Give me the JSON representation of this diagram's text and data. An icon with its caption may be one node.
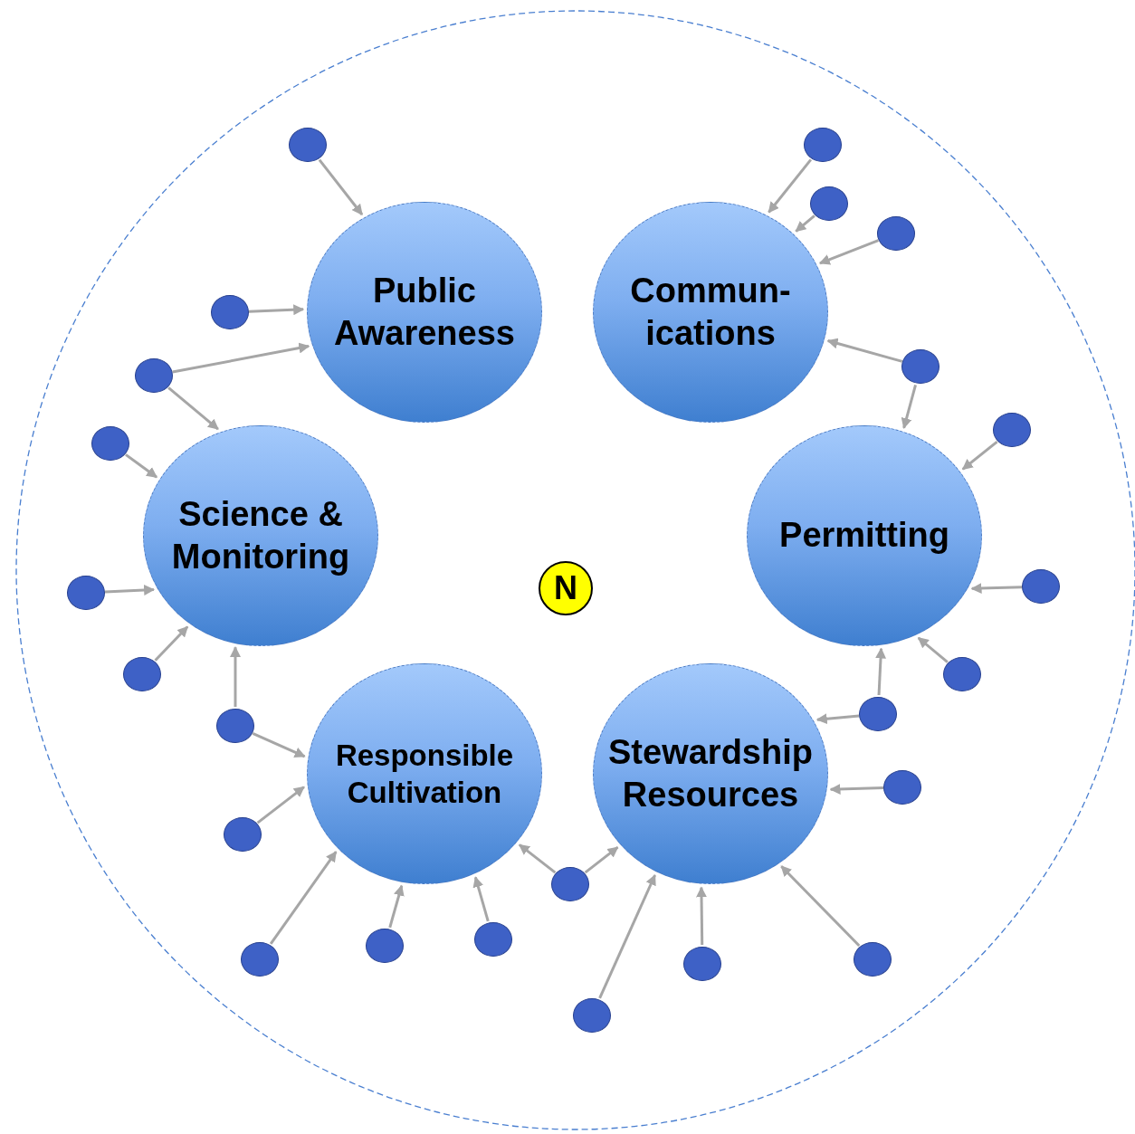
{
  "diagram": {
    "nodes": [
      {
        "text": [
          "Public Awareness"
        ]
      },
      {
        "text": [
          "Commun- ications"
        ]
      },
      {
        "text": [
          "Science & Monitoring"
        ]
      },
      {
        "text": [
          "Permitting"
        ]
      },
      {
        "text": [
          "N"
        ]
      },
      {
        "text": [
          "Responsible Cultivation"
        ]
      },
      {
        "text": [
          "Stewardship Resources"
        ]
      },
      {
        "text": [],
        "shape": "circle"
      },
      {
        "text": [],
        "shape": "circle"
      },
      {
        "text": [],
        "shape": "circle"
      },
      {
        "text": [],
        "shape": "circle"
      },
      {
        "text": [],
        "shape": "circle"
      },
      {
        "text": [],
        "shape": "circle"
      },
      {
        "text": [],
        "shape": "circle"
      },
      {
        "text": [],
        "shape": "circle"
      },
      {
        "text": [],
        "shape": "circle"
      },
      {
        "text": [],
        "shape": "circle"
      },
      {
        "text": [],
        "shape": "circle"
      },
      {
        "text": [],
        "shape": "circle"
      },
      {
        "text": [],
        "shape": "circle"
      },
      {
        "text": [],
        "shape": "circle"
      },
      {
        "text": [],
        "shape": "circle"
      },
      {
        "text": [],
        "shape": "circle"
      },
      {
        "text": [],
        "shape": "circle"
      },
      {
        "text": [],
        "shape": "circle"
      },
      {
        "text": [],
        "shape": "circle"
      },
      {
        "text": [],
        "shape": "circle"
      },
      {
        "text": [],
        "shape": "circle"
      },
      {
        "text": [],
        "shape": "circle"
      },
      {
        "text": [],
        "shape": "circle"
      },
      {
        "text": [],
        "shape": "circle"
      }
    ],
    "edges": [
      {
        "from": 7,
        "to": 0,
        "arrow": "to"
      },
      {
        "from": 8,
        "to": 1,
        "arrow": "to"
      },
      {
        "from": 9,
        "to": 1,
        "arrow": "to"
      },
      {
        "from": 10,
        "to": 1,
        "arrow": "to"
      },
      {
        "from": 11,
        "to": 0,
        "arrow": "to"
      },
      {
        "from": 12,
        "to": 1,
        "arrow": "to"
      },
      {
        "from": 12,
        "to": 3,
        "arrow": "to"
      },
      {
        "from": 13,
        "to": 0,
        "arrow": "to"
      },
      {
        "from": 13,
        "to": 2,
        "arrow": "to"
      },
      {
        "from": 14,
        "to": 3,
        "arrow": "to"
      },
      {
        "from": 15,
        "to": 2,
        "arrow": "to"
      },
      {
        "from": 16,
        "to": 3,
        "arrow": "to"
      },
      {
        "from": 17,
        "to": 2,
        "arrow": "to"
      },
      {
        "from": 18,
        "to": 3,
        "arrow": "to"
      },
      {
        "from": 19,
        "to": 2,
        "arrow": "to"
      },
      {
        "from": 20,
        "to": 6,
        "arrow": "to"
      },
      {
        "from": 20,
        "to": 3,
        "arrow": "to"
      },
      {
        "from": 21,
        "to": 2,
        "arrow": "to"
      },
      {
        "from": 21,
        "to": 5,
        "arrow": "to"
      },
      {
        "from": 22,
        "to": 6,
        "arrow": "to"
      },
      {
        "from": 23,
        "to": 5,
        "arrow": "to"
      },
      {
        "from": 24,
        "to": 5,
        "arrow": "to"
      },
      {
        "from": 24,
        "to": 6,
        "arrow": "to"
      },
      {
        "from": 25,
        "to": 5,
        "arrow": "to"
      },
      {
        "from": 26,
        "to": 5,
        "arrow": "to"
      },
      {
        "from": 27,
        "to": 5,
        "arrow": "to"
      },
      {
        "from": 28,
        "to": 6,
        "arrow": "to"
      },
      {
        "from": 29,
        "to": 6,
        "arrow": "to"
      },
      {
        "from": 30,
        "to": 6,
        "arrow": "to"
      }
    ]
  }
}
